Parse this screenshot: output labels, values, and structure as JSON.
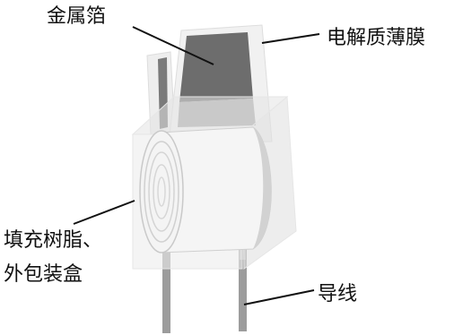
{
  "labels": {
    "metal_foil": "金属箔",
    "electrolyte_film": "电解质薄膜",
    "case_line1": "填充树脂、",
    "case_line2": "外包装盒",
    "lead_wire": "导线"
  }
}
